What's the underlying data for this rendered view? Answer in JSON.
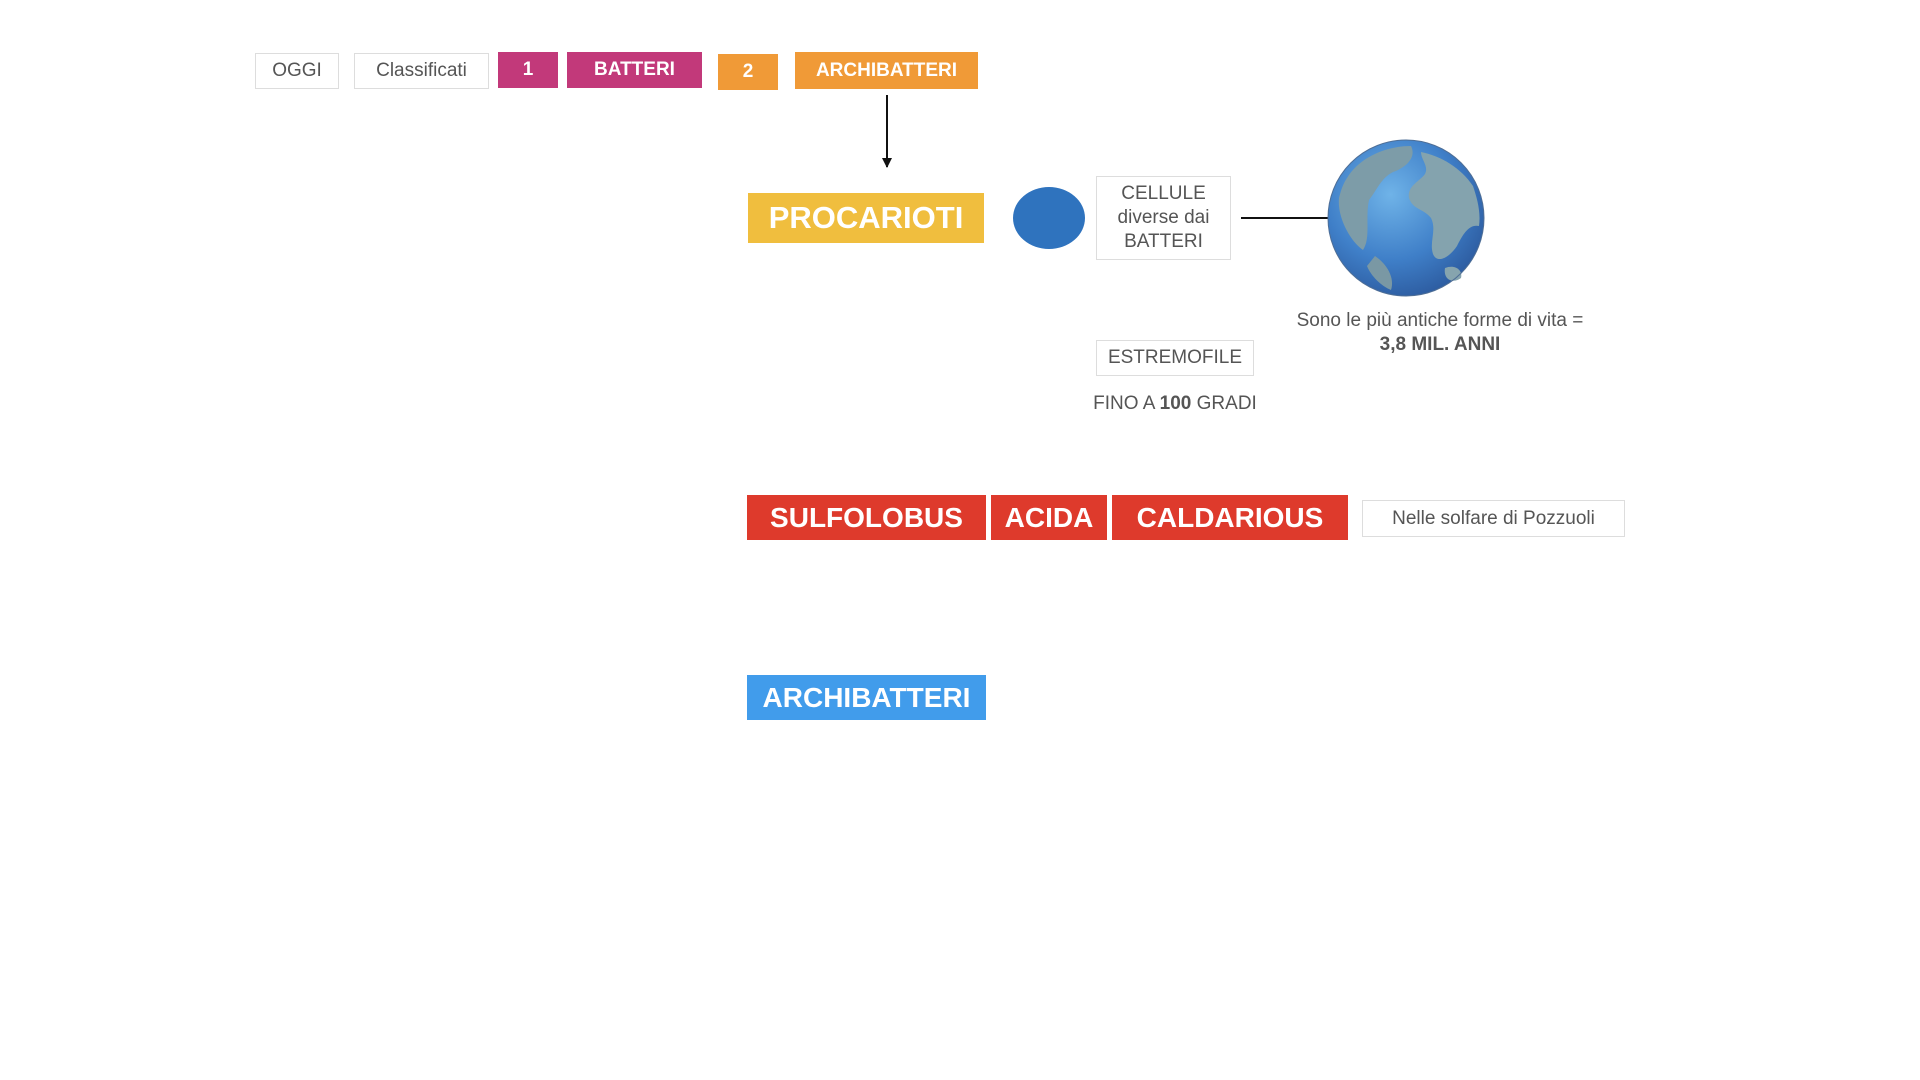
{
  "top_row": {
    "oggi": "OGGI",
    "classificati": "Classificati",
    "num1": "1",
    "batteri": "BATTERI",
    "num2": "2",
    "archibatteri": "ARCHIBATTERI"
  },
  "procarioti": "PROCARIOTI",
  "cellule": {
    "line1": "CELLULE",
    "line2": "diverse dai",
    "line3": "BATTERI"
  },
  "antiche": {
    "line1": "Sono le più antiche forme di vita =",
    "line2": "3,8 MIL. ANNI"
  },
  "estremofile": "ESTREMOFILE",
  "fino": {
    "pre": "FINO A",
    "num": "100",
    "post": "GRADI"
  },
  "species": {
    "genus": "SULFOLOBUS",
    "word2": "ACIDA",
    "word3": "CALDARIOUS"
  },
  "pozzuoli": "Nelle solfare di Pozzuoli",
  "archibatteri_bottom": "ARCHIBATTERI",
  "colors": {
    "magenta": "#C2397A",
    "orange": "#F09A37",
    "yellow": "#F0BE3E",
    "blue_dot": "#2F73BE",
    "red": "#DE3A2C",
    "sky": "#419CEB"
  },
  "icons": {
    "earth": "earth-globe-icon"
  }
}
